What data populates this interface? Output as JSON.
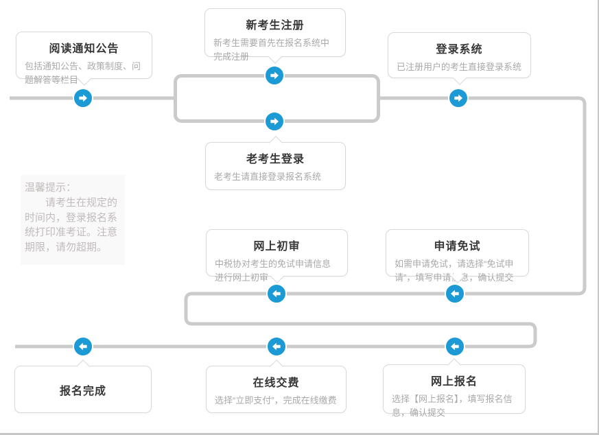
{
  "flow": {
    "nodes": [
      {
        "id": "read-notice",
        "title": "阅读通知公告",
        "desc": "包括通知公告、政策制度、问题解答等栏目"
      },
      {
        "id": "new-register",
        "title": "新考生注册",
        "desc": "新考生需要首先在报名系统中完成注册"
      },
      {
        "id": "login-system",
        "title": "登录系统",
        "desc": "已注册用户的考生直接登录系统"
      },
      {
        "id": "old-login",
        "title": "老考生登录",
        "desc": "老考生请直接登录报名系统"
      },
      {
        "id": "online-review",
        "title": "网上初审",
        "desc": "中税协对考生的免试申请信息进行网上初审"
      },
      {
        "id": "apply-exemption",
        "title": "申请免试",
        "desc": "如需申请免试，请选择“免试申请”，填写申请信息，确认提交"
      },
      {
        "id": "register-done",
        "title": "报名完成",
        "desc": ""
      },
      {
        "id": "online-payment",
        "title": "在线交费",
        "desc": "选择“立即支付”，完成在线缴费"
      },
      {
        "id": "online-register",
        "title": "网上报名",
        "desc": "选择【网上报名】，填写报名信息，确认提交"
      }
    ],
    "tip": {
      "heading": "温馨提示：",
      "body": "请考生在规定的时间内，登录报名系统打印准考证。注意期限，请勿超期。"
    },
    "colors": {
      "accent_blue": "#1b9ad6",
      "line_gray": "#cbcbcb",
      "box_border": "#d8d8d8",
      "title_text": "#363636",
      "desc_text": "#a9a9a9",
      "tip_text": "#c2bcbc",
      "tip_bg": "#f9f9f9"
    }
  }
}
